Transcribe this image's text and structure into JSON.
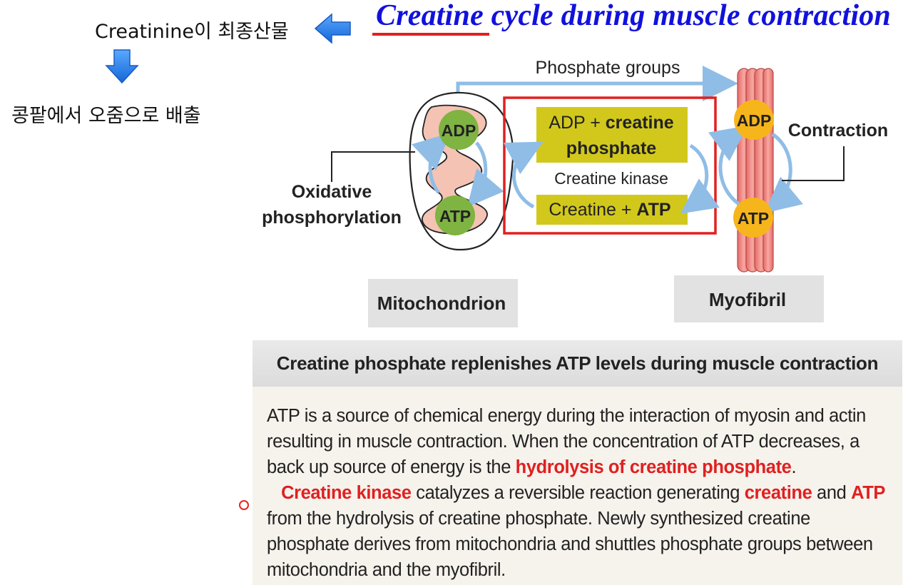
{
  "title": "Creatine cycle during muscle contraction",
  "notes": {
    "line1": "Creatinine이 최종산물",
    "line2": "콩팥에서 오줌으로 배출"
  },
  "diagram": {
    "phosphate_groups": "Phosphate groups",
    "adp": "ADP",
    "atp": "ATP",
    "contraction": "Contraction",
    "oxidative_line1": "Oxidative",
    "oxidative_line2": "phosphorylation",
    "reaction_top_line1_plain": "ADP + ",
    "reaction_top_line1_bold": "creatine",
    "reaction_top_line2": "phosphate",
    "enzyme": "Creatine kinase",
    "reaction_bottom_plain": "Creatine + ",
    "reaction_bottom_bold": "ATP",
    "mitochondrion_label": "Mitochondrion",
    "myofibril_label": "Myofibril"
  },
  "header": "Creatine phosphate replenishes ATP levels during muscle contraction",
  "paragraph": {
    "p1_a": "ATP is a source of chemical energy during the interaction of myosin and actin resulting in muscle contraction.  When the concentration of ATP decreases, a back up source of energy is the ",
    "p1_red": "hydrolysis of creatine phosphate",
    "p1_end": ".",
    "p2_red1": "Creatine kinase",
    "p2_b": " catalyzes a reversible reaction generating ",
    "p2_red2": "creatine",
    "p2_c": " and ",
    "p2_red3": "ATP",
    "p2_d": " from the hydrolysis of creatine phosphate.  Newly synthesized creatine phosphate derives from mitochondria and shuttles phosphate groups between mitochondria and the myofibril."
  },
  "colors": {
    "title": "#1111dd",
    "underline": "#e02020",
    "arrow_blue": "#1a7be0",
    "green_circle": "#7fb342",
    "yellow_circle": "#f7b51c",
    "reaction_box": "#d2c81c",
    "red_box": "#e02020",
    "highlight_red": "#e02020"
  }
}
